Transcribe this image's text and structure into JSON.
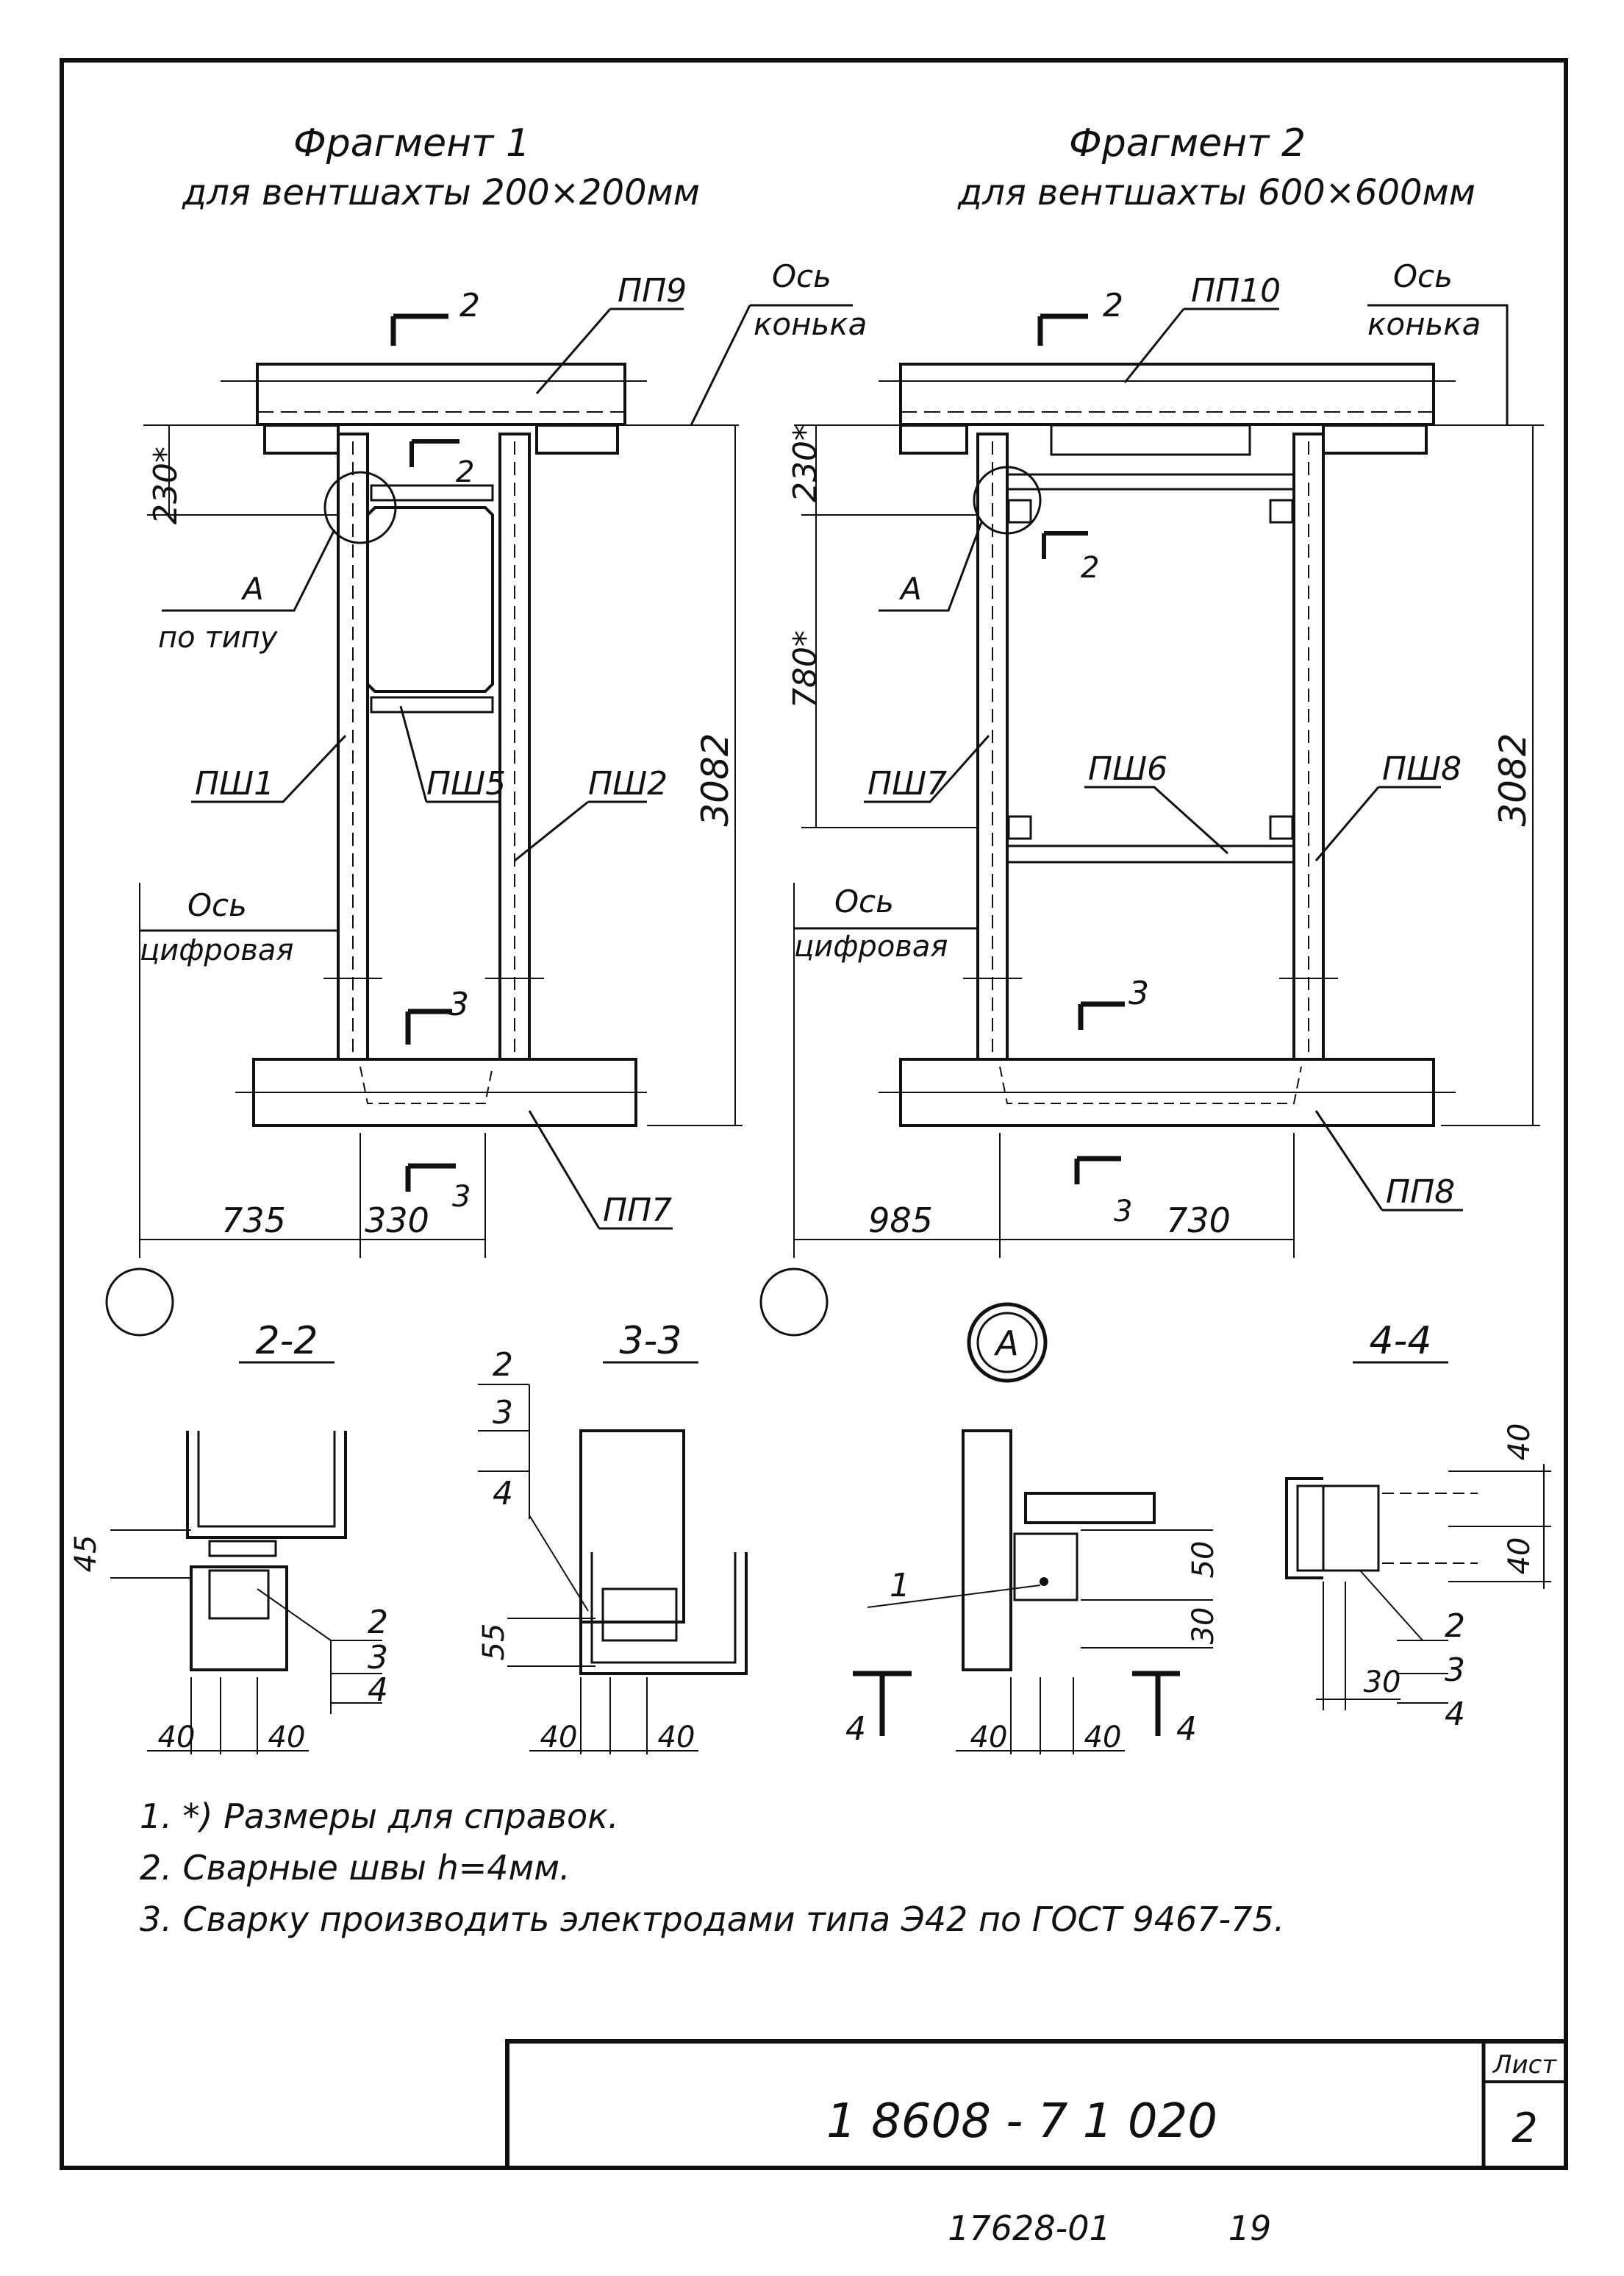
{
  "fragment1": {
    "title": "Фрагмент 1",
    "subtitle": "для вентшахты 200×200мм",
    "panel_top": "ПП9",
    "axis_ridge_1": "Ось",
    "axis_ridge_2": "конька",
    "axis_digital_1": "Ось",
    "axis_digital_2": "цифровая",
    "dim_top": "230*",
    "dim_height": "3082",
    "node_a": "А",
    "node_a_note": "по типу",
    "shaft_left": "ПШ1",
    "shaft_mid": "ПШ5",
    "shaft_right": "ПШ2",
    "panel_bottom": "ПП7",
    "dim_left": "735",
    "dim_width": "330",
    "sec_2": "2",
    "sec_2b": "2",
    "sec_3": "3",
    "sec_3b": "3"
  },
  "fragment2": {
    "title": "Фрагмент 2",
    "subtitle": "для вентшахты 600×600мм",
    "panel_top": "ПП10",
    "axis_ridge_1": "Ось",
    "axis_ridge_2": "конька",
    "axis_digital_1": "Ось",
    "axis_digital_2": "цифровая",
    "dim_top": "230*",
    "dim_mid": "780*",
    "dim_height": "3082",
    "node_a": "А",
    "shaft_left": "ПШ7",
    "shaft_mid": "ПШ6",
    "shaft_right": "ПШ8",
    "panel_bottom": "ПП8",
    "dim_left": "985",
    "dim_width": "730",
    "sec_2": "2",
    "sec_2b": "2",
    "sec_3": "3",
    "sec_3b": "3"
  },
  "sections": {
    "s22": {
      "title": "2-2",
      "dim_h": "45",
      "dim_l": "40",
      "dim_r": "40",
      "leaders": [
        "2",
        "3",
        "4"
      ]
    },
    "s33": {
      "title": "3-3",
      "dim_h": "55",
      "dim_l": "40",
      "dim_r": "40",
      "leaders": [
        "2",
        "3",
        "4"
      ]
    },
    "sA": {
      "title": "А",
      "dim_h1": "50",
      "dim_h2": "30",
      "dim_l": "40",
      "dim_r": "40",
      "leader": "1",
      "cut_left": "4",
      "cut_right": "4"
    },
    "s44": {
      "title": "4-4",
      "dim_h1": "40",
      "dim_h2": "40",
      "dim_w": "30",
      "leaders": [
        "2",
        "3",
        "4"
      ]
    }
  },
  "notes": [
    "1. *) Размеры для справок.",
    "2. Сварные швы h=4мм.",
    "3. Сварку производить электродами типа Э42 по ГОСТ 9467-75."
  ],
  "title_block": {
    "code": "1 8608 - 7 1  020",
    "sheet_label": "Лист",
    "sheet_number": "2"
  },
  "footer": {
    "archive": "17628-01",
    "page": "19"
  }
}
